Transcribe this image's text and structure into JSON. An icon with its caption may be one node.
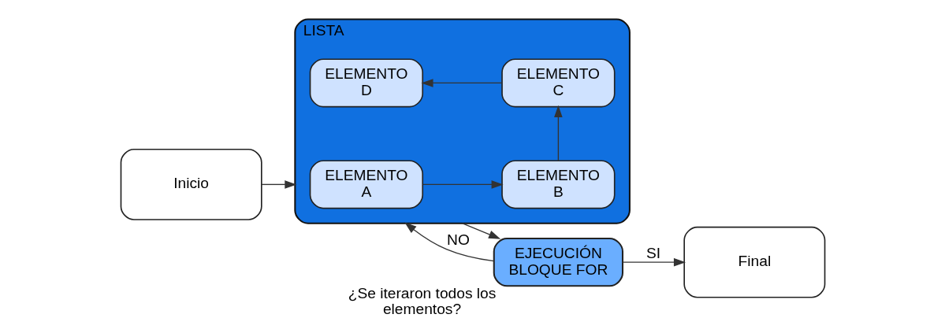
{
  "diagram": {
    "nodes": [
      {
        "text": [
          "Inicio"
        ]
      },
      {
        "text": [
          "LISTA"
        ]
      },
      {
        "text": [
          "ELEMENTO A"
        ],
        "in": 1
      },
      {
        "text": [
          "ELEMENTO B"
        ],
        "in": 1
      },
      {
        "text": [
          "ELEMENTO C"
        ],
        "in": 1
      },
      {
        "text": [
          "ELEMENTO D"
        ],
        "in": 1
      },
      {
        "text": [
          "EJECUCIÓN BLOQUE FOR"
        ],
        "beside": [
          "¿Se iteraron todos los elementos?"
        ]
      },
      {
        "text": [
          "Final"
        ]
      }
    ],
    "edges": [
      {
        "from": 0,
        "to": 1,
        "arrow": "to"
      },
      {
        "from": 2,
        "to": 3,
        "arrow": "to"
      },
      {
        "from": 3,
        "to": 4,
        "arrow": "to"
      },
      {
        "from": 4,
        "to": 5,
        "arrow": "to"
      },
      {
        "from": 1,
        "to": 6,
        "arrow": "to"
      },
      {
        "from": 6,
        "to": 7,
        "label": "SI",
        "arrow": "to"
      },
      {
        "from": 6,
        "to": 1,
        "label": "NO",
        "arrow": "to"
      }
    ]
  }
}
